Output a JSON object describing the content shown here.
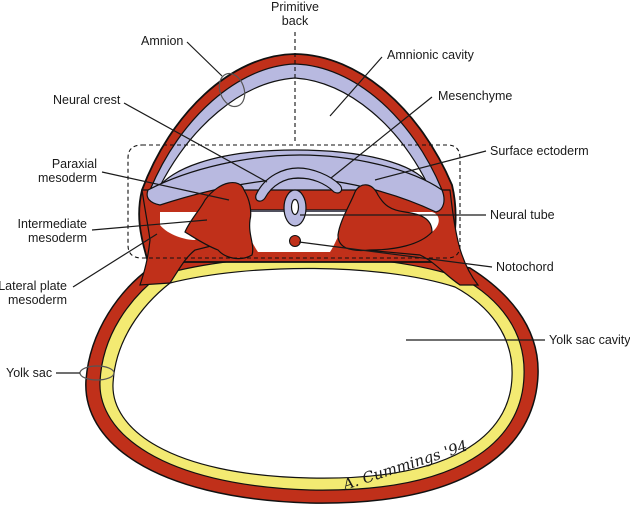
{
  "figure": {
    "title": "Cross-section of trilaminar embryo with amnion and yolk sac",
    "colors": {
      "mesoderm": "#c0301a",
      "ectoderm": "#b8b9e0",
      "endoderm": "#f3ea72",
      "outline": "#111111",
      "background": "#ffffff"
    },
    "labels": {
      "primitive_back_line1": "Primitive",
      "primitive_back_line2": "back",
      "amnion": "Amnion",
      "amnionic_cavity": "Amnionic cavity",
      "neural_crest": "Neural crest",
      "mesenchyme": "Mesenchyme",
      "paraxial_line1": "Paraxial",
      "paraxial_line2": "mesoderm",
      "surface_ectoderm": "Surface ectoderm",
      "intermediate_line1": "Intermediate",
      "intermediate_line2": "mesoderm",
      "neural_tube": "Neural tube",
      "lateral_line1": "Lateral plate",
      "lateral_line2": "mesoderm",
      "notochord": "Notochord",
      "yolk_sac_cavity": "Yolk sac cavity",
      "yolk_sac": "Yolk sac"
    },
    "signature": "A. Cummings '94"
  }
}
